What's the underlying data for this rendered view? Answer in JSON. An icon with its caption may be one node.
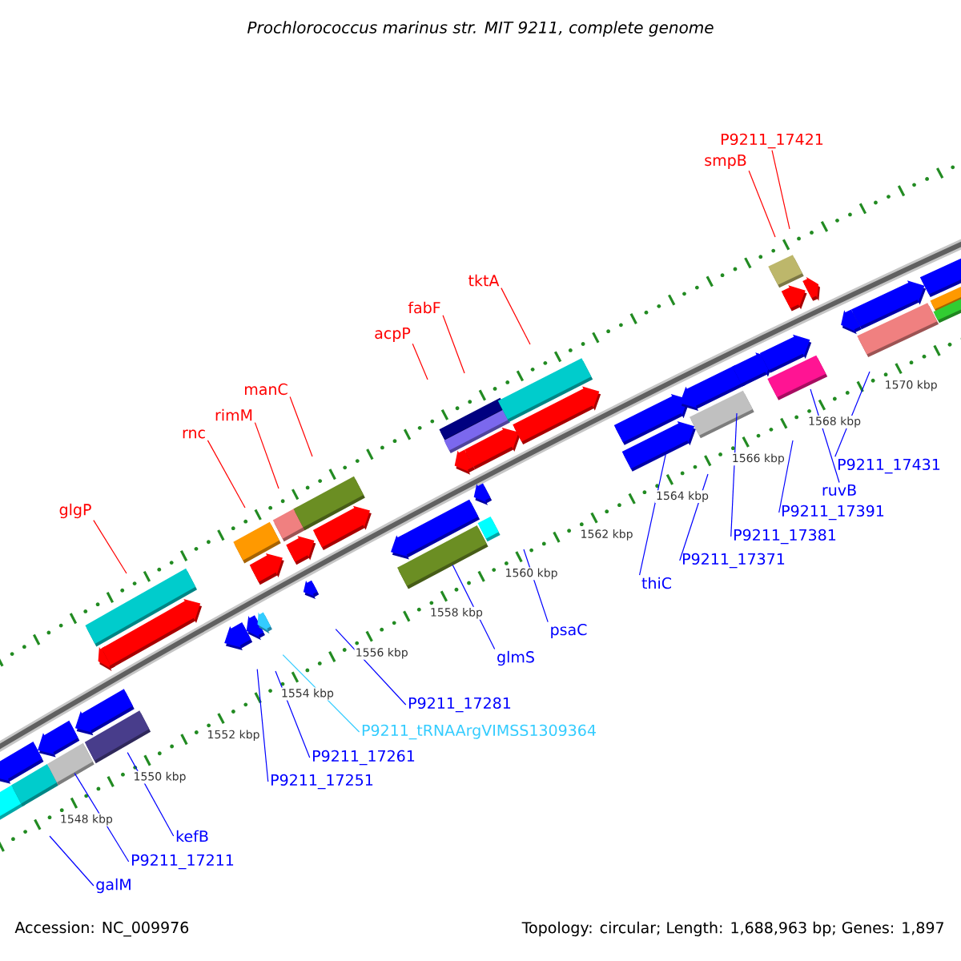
{
  "diagram": {
    "title": "Prochlorococcus marinus str. MIT 9211, complete genome",
    "nodes": [
      {
        "text": [
          "P9211_17421"
        ]
      },
      {
        "text": [
          "smpB"
        ]
      },
      {
        "text": [
          "tktA"
        ]
      },
      {
        "text": [
          "fabF"
        ]
      },
      {
        "text": [
          "acpP"
        ]
      },
      {
        "text": [
          "manC"
        ]
      },
      {
        "text": [
          "rimM"
        ]
      },
      {
        "text": [
          "rnc"
        ]
      },
      {
        "text": [
          "P9211_17431"
        ]
      },
      {
        "text": [
          "ruvB"
        ]
      },
      {
        "text": [
          "glgP"
        ]
      },
      {
        "text": [
          "P9211_17391"
        ]
      },
      {
        "text": [
          "P9211_17381"
        ]
      },
      {
        "text": [
          "P9211_17371"
        ]
      },
      {
        "text": [
          "thiC"
        ]
      },
      {
        "text": [
          "psaC"
        ]
      },
      {
        "text": [
          "glmS"
        ]
      },
      {
        "text": [
          "P9211_17281"
        ]
      },
      {
        "text": [
          "P9211_tRNAArgVIMSS1309364"
        ]
      },
      {
        "text": [
          "P9211_17261"
        ]
      },
      {
        "text": [
          "P9211_17251"
        ]
      },
      {
        "text": [
          "kefB"
        ]
      },
      {
        "text": [
          "P9211_17211"
        ]
      },
      {
        "text": [
          "galM"
        ]
      }
    ],
    "edges": [
      {
        "from": 0,
        "to": null,
        "arrow": "none",
        "color": "#ff0000"
      },
      {
        "from": 1,
        "to": null,
        "arrow": "none",
        "color": "#ff0000"
      },
      {
        "from": 2,
        "to": null,
        "arrow": "none",
        "color": "#ff0000"
      },
      {
        "from": 3,
        "to": null,
        "arrow": "none",
        "color": "#ff0000"
      },
      {
        "from": 4,
        "to": null,
        "arrow": "none",
        "color": "#ff0000"
      },
      {
        "from": 5,
        "to": null,
        "arrow": "none",
        "color": "#ff0000"
      },
      {
        "from": 6,
        "to": null,
        "arrow": "none",
        "color": "#ff0000"
      },
      {
        "from": 7,
        "to": null,
        "arrow": "none",
        "color": "#ff0000"
      },
      {
        "from": 8,
        "to": null,
        "arrow": "none"
      },
      {
        "from": 9,
        "to": null,
        "arrow": "none"
      },
      {
        "from": 10,
        "to": null,
        "arrow": "none",
        "color": "#ff0000"
      },
      {
        "from": 11,
        "to": null,
        "arrow": "none"
      },
      {
        "from": 12,
        "to": null,
        "arrow": "none"
      },
      {
        "from": 13,
        "to": null,
        "arrow": "none"
      },
      {
        "from": 14,
        "to": null,
        "arrow": "none"
      },
      {
        "from": 15,
        "to": null,
        "arrow": "none"
      },
      {
        "from": 16,
        "to": null,
        "arrow": "none"
      },
      {
        "from": 17,
        "to": null,
        "arrow": "none"
      },
      {
        "from": 18,
        "to": null,
        "arrow": "none",
        "color": "#33ccff"
      },
      {
        "from": 19,
        "to": null,
        "arrow": "none"
      },
      {
        "from": 20,
        "to": null,
        "arrow": "none"
      },
      {
        "from": 21,
        "to": null,
        "arrow": "none"
      },
      {
        "from": 22,
        "to": null,
        "arrow": "none"
      },
      {
        "from": 23,
        "to": null,
        "arrow": "none"
      }
    ],
    "labels": [
      "1548 kbp",
      "1550 kbp",
      "1552 kbp",
      "1554 kbp",
      "1556 kbp",
      "1558 kbp",
      "1560 kbp",
      "1562 kbp",
      "1564 kbp",
      "1566 kbp",
      "1568 kbp",
      "1570 kbp",
      "Accession: NC_009976",
      "Topology: circular; Length: 1,688,963 bp; Genes: 1,897"
    ]
  }
}
